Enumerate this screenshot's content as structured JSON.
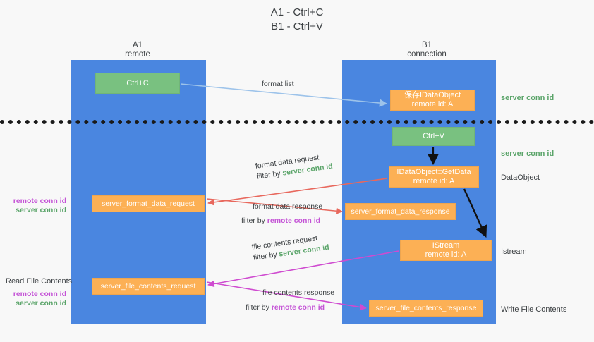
{
  "title": "A1 - Ctrl+C\nB1 - Ctrl+V",
  "columns": {
    "a1": {
      "header": "A1\nremote"
    },
    "b1": {
      "header": "B1\nconnection"
    }
  },
  "boxes": {
    "ctrl_c": "Ctrl+C",
    "ctrl_v": "Ctrl+V",
    "idataobject": "保存IDataObject\nremote id: A",
    "getdata": "IDataObject::GetData\nremote id: A",
    "istream": "IStream\nremote id: A",
    "server_format_data_request": "server_format_data_request",
    "server_format_data_response": "server_format_data_response",
    "server_file_contents_request": "server_file_contents_request",
    "server_file_contents_response": "server_file_contents_response"
  },
  "edge_labels": {
    "format_list": "format list",
    "format_data_request": "format data request",
    "format_data_request_filter_prefix": "filter by ",
    "format_data_request_filter_id": "server conn id",
    "format_data_response": "format data response",
    "format_data_response_filter_prefix": "filter by ",
    "format_data_response_filter_id": "remote conn id",
    "file_contents_request": "file contents request",
    "file_contents_request_filter_prefix": "filter by ",
    "file_contents_request_filter_id": "server conn id",
    "file_contents_response": "file contents response",
    "file_contents_response_filter_prefix": "filter by ",
    "file_contents_response_filter_id": "remote conn id"
  },
  "side_labels": {
    "server_conn_id_1": "server conn id",
    "server_conn_id_2": "server conn id",
    "dataobject": "DataObject",
    "istream": "Istream",
    "write_file_contents": "Write File Contents",
    "read_file_contents": "Read File Contents",
    "remote_conn_id_left_1": "remote conn id",
    "server_conn_id_left_1": "server conn id",
    "remote_conn_id_left_2": "remote conn id",
    "server_conn_id_left_2": "server conn id"
  },
  "colors": {
    "lane": "#4a86e0",
    "green_box": "#79c180",
    "orange_box": "#fcb055",
    "server_conn_id": "#5aa469",
    "remote_conn_id": "#c453d6",
    "arrow_blue": "#9dc3ea",
    "arrow_red": "#e8685d",
    "arrow_magenta": "#cf4bd0",
    "arrow_black": "#111111",
    "background": "#f8f8f8",
    "divider": "#1a1a1a"
  }
}
